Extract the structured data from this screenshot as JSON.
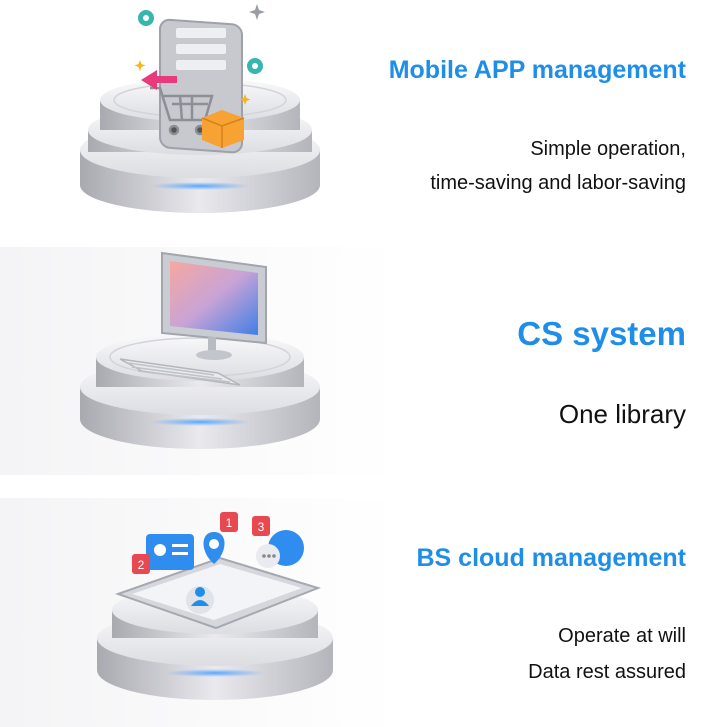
{
  "colors": {
    "title_blue": "#1f8ee8",
    "text_dark": "#111111",
    "platform_glow": "#4aa0ff",
    "badge_red": "#e8484f"
  },
  "sections": [
    {
      "title": "Mobile APP management",
      "lines": [
        "Simple operation,",
        "time-saving and labor-saving"
      ],
      "icons": [
        "phone-icon",
        "cart-icon",
        "box-icon",
        "gear-icon",
        "sparkle-icon",
        "arrow-icon"
      ]
    },
    {
      "title": "CS system",
      "lines": [
        "One library"
      ],
      "icons": [
        "monitor-icon",
        "keyboard-icon"
      ]
    },
    {
      "title": "BS cloud management",
      "lines": [
        "Operate at will",
        "Data rest assured"
      ],
      "icons": [
        "tablet-icon",
        "id-card-icon",
        "location-pin-icon",
        "chat-icon",
        "user-icon"
      ],
      "badges": [
        "1",
        "2",
        "3"
      ]
    }
  ]
}
